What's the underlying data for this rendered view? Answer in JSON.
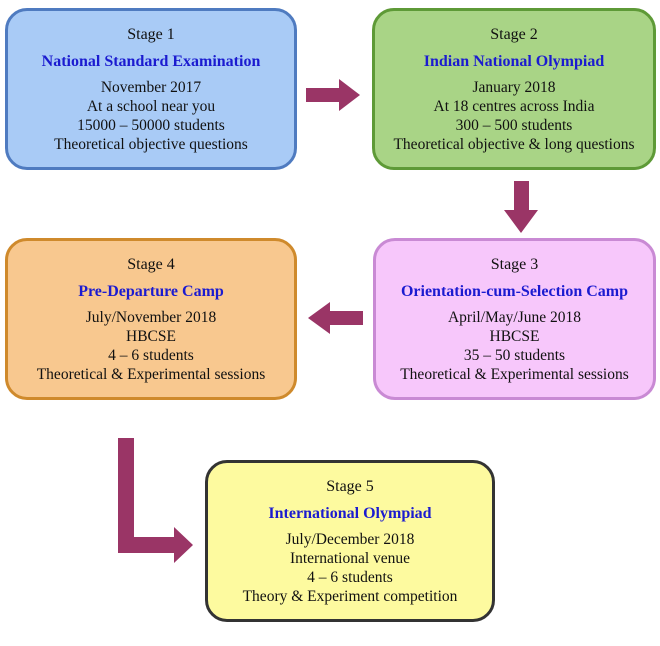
{
  "colors": {
    "arrow": "#9a3566",
    "title_text": "#1b1bd0"
  },
  "stages": [
    {
      "header": "Stage 1",
      "title": "National Standard Examination",
      "lines": [
        "November 2017",
        "At a school near you",
        "15000 – 50000 students",
        "Theoretical objective questions"
      ],
      "fill": "#a9cbf6"
    },
    {
      "header": "Stage 2",
      "title": "Indian National Olympiad",
      "lines": [
        "January 2018",
        "At 18 centres across India",
        "300 – 500 students",
        "Theoretical objective & long questions"
      ],
      "fill": "#a9d486"
    },
    {
      "header": "Stage 3",
      "title": "Orientation-cum-Selection Camp",
      "lines": [
        "April/May/June 2018",
        "HBCSE",
        "35 – 50 students",
        "Theoretical & Experimental sessions"
      ],
      "fill": "#f7c7fb"
    },
    {
      "header": "Stage 4",
      "title": "Pre-Departure Camp",
      "lines": [
        "July/November 2018",
        "HBCSE",
        "4 – 6 students",
        "Theoretical & Experimental sessions"
      ],
      "fill": "#f8c88f"
    },
    {
      "header": "Stage 5",
      "title": "International Olympiad",
      "lines": [
        "July/December 2018",
        "International venue",
        "4 – 6 students",
        "Theory & Experiment competition"
      ],
      "fill": "#fdfa9f"
    }
  ]
}
